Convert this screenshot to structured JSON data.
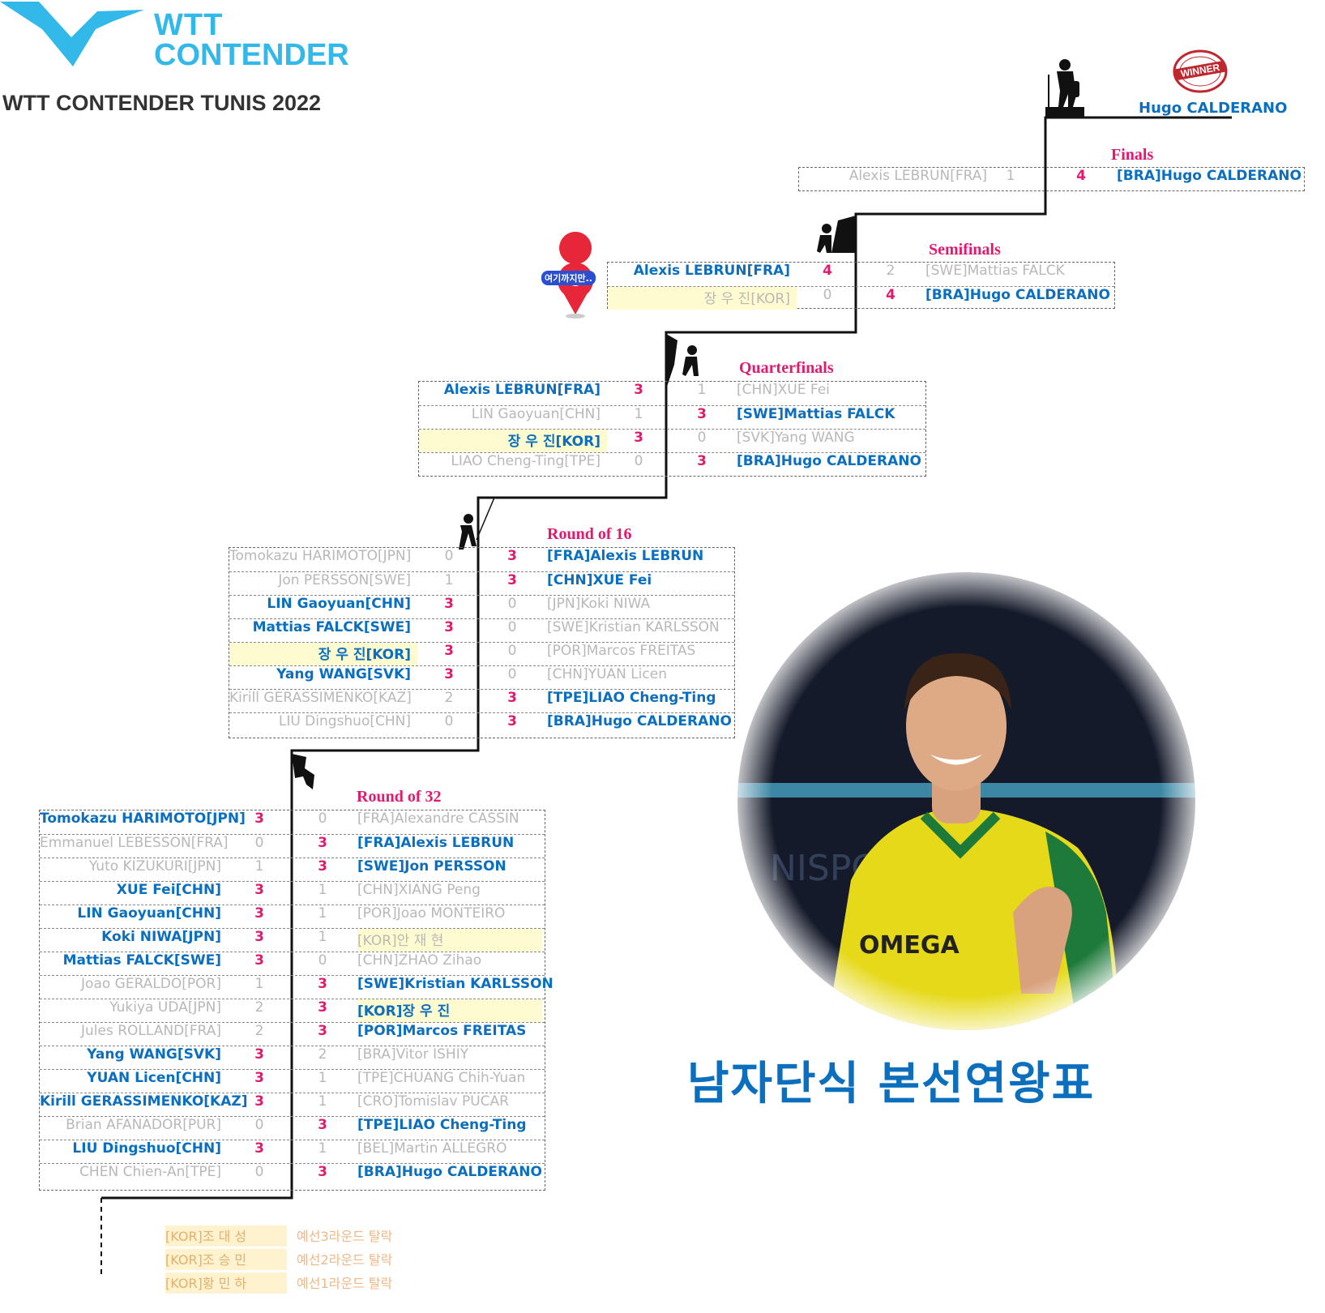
{
  "logo": {
    "line1": "WTT",
    "line2": "CONTENDER",
    "brand_color": "#33b8ea"
  },
  "event_title": "WTT CONTENDER TUNIS 2022",
  "korean_title": "남자단식 본선연왕표",
  "champion": "Hugo CALDERANO",
  "winner_stamp": {
    "text": "WINNER"
  },
  "pin_label": "여기까지만..",
  "colors": {
    "winner": "#0b6fbe",
    "loser": "#b8b8b8",
    "score_win": "#e2196f",
    "highlight": "#fffbd0"
  },
  "rounds": {
    "final": {
      "title": "Finals",
      "matches": [
        {
          "left": "Alexis LEBRUN[FRA]",
          "ls": "1",
          "rs": "4",
          "right": "[BRA]Hugo CALDERANO",
          "lw": false,
          "hl": false,
          "rhl": false
        }
      ]
    },
    "semi": {
      "title": "Semifinals",
      "matches": [
        {
          "left": "Alexis LEBRUN[FRA]",
          "ls": "4",
          "rs": "2",
          "right": "[SWE]Mattias FALCK",
          "lw": true,
          "hl": false,
          "rhl": false
        },
        {
          "left": "장 우 진[KOR]",
          "ls": "0",
          "rs": "4",
          "right": "[BRA]Hugo CALDERANO",
          "lw": false,
          "hl": true,
          "rhl": false
        }
      ]
    },
    "quarter": {
      "title": "Quarterfinals",
      "matches": [
        {
          "left": "Alexis LEBRUN[FRA]",
          "ls": "3",
          "rs": "1",
          "right": "[CHN]XUE Fei",
          "lw": true,
          "hl": false,
          "rhl": false
        },
        {
          "left": "LIN Gaoyuan[CHN]",
          "ls": "1",
          "rs": "3",
          "right": "[SWE]Mattias FALCK",
          "lw": false,
          "hl": false,
          "rhl": false
        },
        {
          "left": "장 우 진[KOR]",
          "ls": "3",
          "rs": "0",
          "right": "[SVK]Yang WANG",
          "lw": true,
          "hl": true,
          "rhl": false
        },
        {
          "left": "LIAO Cheng-Ting[TPE]",
          "ls": "0",
          "rs": "3",
          "right": "[BRA]Hugo CALDERANO",
          "lw": false,
          "hl": false,
          "rhl": false
        }
      ]
    },
    "r16": {
      "title": "Round of 16",
      "matches": [
        {
          "left": "Tomokazu HARIMOTO[JPN]",
          "ls": "0",
          "rs": "3",
          "right": "[FRA]Alexis LEBRUN",
          "lw": false,
          "hl": false,
          "rhl": false
        },
        {
          "left": "Jon PERSSON[SWE]",
          "ls": "1",
          "rs": "3",
          "right": "[CHN]XUE Fei",
          "lw": false,
          "hl": false,
          "rhl": false
        },
        {
          "left": "LIN Gaoyuan[CHN]",
          "ls": "3",
          "rs": "0",
          "right": "[JPN]Koki NIWA",
          "lw": true,
          "hl": false,
          "rhl": false
        },
        {
          "left": "Mattias FALCK[SWE]",
          "ls": "3",
          "rs": "0",
          "right": "[SWE]Kristian KARLSSON",
          "lw": true,
          "hl": false,
          "rhl": false
        },
        {
          "left": "장 우 진[KOR]",
          "ls": "3",
          "rs": "0",
          "right": "[POR]Marcos FREITAS",
          "lw": true,
          "hl": true,
          "rhl": false
        },
        {
          "left": "Yang WANG[SVK]",
          "ls": "3",
          "rs": "0",
          "right": "[CHN]YUAN Licen",
          "lw": true,
          "hl": false,
          "rhl": false
        },
        {
          "left": "Kirill GERASSIMENKO[KAZ]",
          "ls": "2",
          "rs": "3",
          "right": "[TPE]LIAO Cheng-Ting",
          "lw": false,
          "hl": false,
          "rhl": false
        },
        {
          "left": "LIU Dingshuo[CHN]",
          "ls": "0",
          "rs": "3",
          "right": "[BRA]Hugo CALDERANO",
          "lw": false,
          "hl": false,
          "rhl": false
        }
      ]
    },
    "r32": {
      "title": "Round of 32",
      "matches": [
        {
          "left": "Tomokazu HARIMOTO[JPN]",
          "ls": "3",
          "rs": "0",
          "right": "[FRA]Alexandre CASSIN",
          "lw": true,
          "hl": false,
          "rhl": false
        },
        {
          "left": "Emmanuel LEBESSON[FRA]",
          "ls": "0",
          "rs": "3",
          "right": "[FRA]Alexis LEBRUN",
          "lw": false,
          "hl": false,
          "rhl": false
        },
        {
          "left": "Yuto KIZUKURI[JPN]",
          "ls": "1",
          "rs": "3",
          "right": "[SWE]Jon PERSSON",
          "lw": false,
          "hl": false,
          "rhl": false
        },
        {
          "left": "XUE Fei[CHN]",
          "ls": "3",
          "rs": "1",
          "right": "[CHN]XIANG Peng",
          "lw": true,
          "hl": false,
          "rhl": false
        },
        {
          "left": "LIN Gaoyuan[CHN]",
          "ls": "3",
          "rs": "1",
          "right": "[POR]Joao MONTEIRO",
          "lw": true,
          "hl": false,
          "rhl": false
        },
        {
          "left": "Koki NIWA[JPN]",
          "ls": "3",
          "rs": "1",
          "right": "[KOR]안 재 현",
          "lw": true,
          "hl": false,
          "rhl": true
        },
        {
          "left": "Mattias FALCK[SWE]",
          "ls": "3",
          "rs": "0",
          "right": "[CHN]ZHAO Zihao",
          "lw": true,
          "hl": false,
          "rhl": false
        },
        {
          "left": "Joao GERALDO[POR]",
          "ls": "1",
          "rs": "3",
          "right": "[SWE]Kristian KARLSSON",
          "lw": false,
          "hl": false,
          "rhl": false
        },
        {
          "left": "Yukiya UDA[JPN]",
          "ls": "2",
          "rs": "3",
          "right": "[KOR]장 우 진",
          "lw": false,
          "hl": false,
          "rhl": true
        },
        {
          "left": "Jules ROLLAND[FRA]",
          "ls": "2",
          "rs": "3",
          "right": "[POR]Marcos FREITAS",
          "lw": false,
          "hl": false,
          "rhl": false
        },
        {
          "left": "Yang WANG[SVK]",
          "ls": "3",
          "rs": "2",
          "right": "[BRA]Vitor ISHIY",
          "lw": true,
          "hl": false,
          "rhl": false
        },
        {
          "left": "YUAN Licen[CHN]",
          "ls": "3",
          "rs": "1",
          "right": "[TPE]CHUANG Chih-Yuan",
          "lw": true,
          "hl": false,
          "rhl": false
        },
        {
          "left": "Kirill GERASSIMENKO[KAZ]",
          "ls": "3",
          "rs": "1",
          "right": "[CRO]Tomislav PUCAR",
          "lw": true,
          "hl": false,
          "rhl": false
        },
        {
          "left": "Brian AFANADOR[PUR]",
          "ls": "0",
          "rs": "3",
          "right": "[TPE]LIAO Cheng-Ting",
          "lw": false,
          "hl": false,
          "rhl": false
        },
        {
          "left": "LIU Dingshuo[CHN]",
          "ls": "3",
          "rs": "1",
          "right": "[BEL]Martin ALLEGRO",
          "lw": true,
          "hl": false,
          "rhl": false
        },
        {
          "left": "CHEN Chien-An[TPE]",
          "ls": "0",
          "rs": "3",
          "right": "[BRA]Hugo CALDERANO",
          "lw": false,
          "hl": false,
          "rhl": false
        }
      ]
    }
  },
  "qualifiers": [
    {
      "name": "[KOR]조 대 성",
      "result": "예선3라운드 탈락"
    },
    {
      "name": "[KOR]조 승 민",
      "result": "예선2라운드 탈락"
    },
    {
      "name": "[KOR]황 민 하",
      "result": "예선1라운드 탈락"
    }
  ]
}
